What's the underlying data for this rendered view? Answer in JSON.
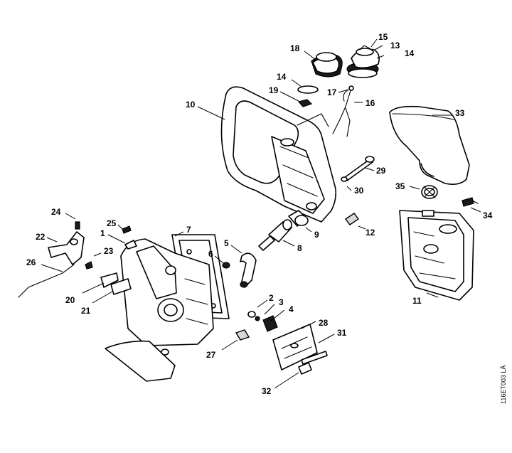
{
  "diagram_ref": "116ET003 LÄ",
  "callouts": [
    {
      "id": "15",
      "label": "15"
    },
    {
      "id": "18",
      "label": "18"
    },
    {
      "id": "13",
      "label": "13"
    },
    {
      "id": "14a",
      "label": "14"
    },
    {
      "id": "14b",
      "label": "14"
    },
    {
      "id": "19",
      "label": "19"
    },
    {
      "id": "17",
      "label": "17"
    },
    {
      "id": "16",
      "label": "16"
    },
    {
      "id": "10",
      "label": "10"
    },
    {
      "id": "33",
      "label": "33"
    },
    {
      "id": "29",
      "label": "29"
    },
    {
      "id": "30",
      "label": "30"
    },
    {
      "id": "35",
      "label": "35"
    },
    {
      "id": "34",
      "label": "34"
    },
    {
      "id": "24",
      "label": "24"
    },
    {
      "id": "25",
      "label": "25"
    },
    {
      "id": "7",
      "label": "7"
    },
    {
      "id": "1",
      "label": "1"
    },
    {
      "id": "22",
      "label": "22"
    },
    {
      "id": "5",
      "label": "5"
    },
    {
      "id": "9",
      "label": "9"
    },
    {
      "id": "12",
      "label": "12"
    },
    {
      "id": "23",
      "label": "23"
    },
    {
      "id": "8",
      "label": "8"
    },
    {
      "id": "6",
      "label": "6"
    },
    {
      "id": "26",
      "label": "26"
    },
    {
      "id": "11",
      "label": "11"
    },
    {
      "id": "20",
      "label": "20"
    },
    {
      "id": "21",
      "label": "21"
    },
    {
      "id": "2",
      "label": "2"
    },
    {
      "id": "3",
      "label": "3"
    },
    {
      "id": "4",
      "label": "4"
    },
    {
      "id": "28",
      "label": "28"
    },
    {
      "id": "31",
      "label": "31"
    },
    {
      "id": "27",
      "label": "27"
    },
    {
      "id": "32",
      "label": "32"
    }
  ]
}
